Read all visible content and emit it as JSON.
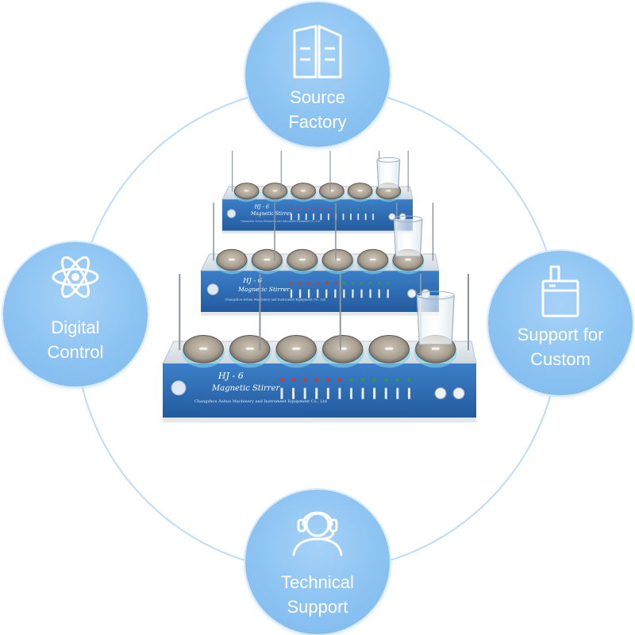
{
  "badges": [
    {
      "id": "source-factory",
      "icon": "factory-icon",
      "line1": "Source",
      "line2": "Factory"
    },
    {
      "id": "support-for-custom",
      "icon": "customization-icon",
      "line1": "Support for",
      "line2": "Custom"
    },
    {
      "id": "technical-support",
      "icon": "headset-support-icon",
      "line1": "Technical",
      "line2": "Support"
    },
    {
      "id": "digital-control",
      "icon": "atom-icon",
      "line1": "Digital",
      "line2": "Control"
    }
  ],
  "product": {
    "model": "HJ - 6",
    "name": "Magnetic Stirrer",
    "maker": "Changzhou Aohua Machinery and Instrument Equipment Co., Ltd",
    "units": 3,
    "positions_per_unit": 6
  },
  "colors": {
    "badge_fill": "#8cc3f2",
    "ring_line": "#bcdcf7",
    "panel_blue": "#2f6fb8",
    "label_white": "#ffffff"
  }
}
